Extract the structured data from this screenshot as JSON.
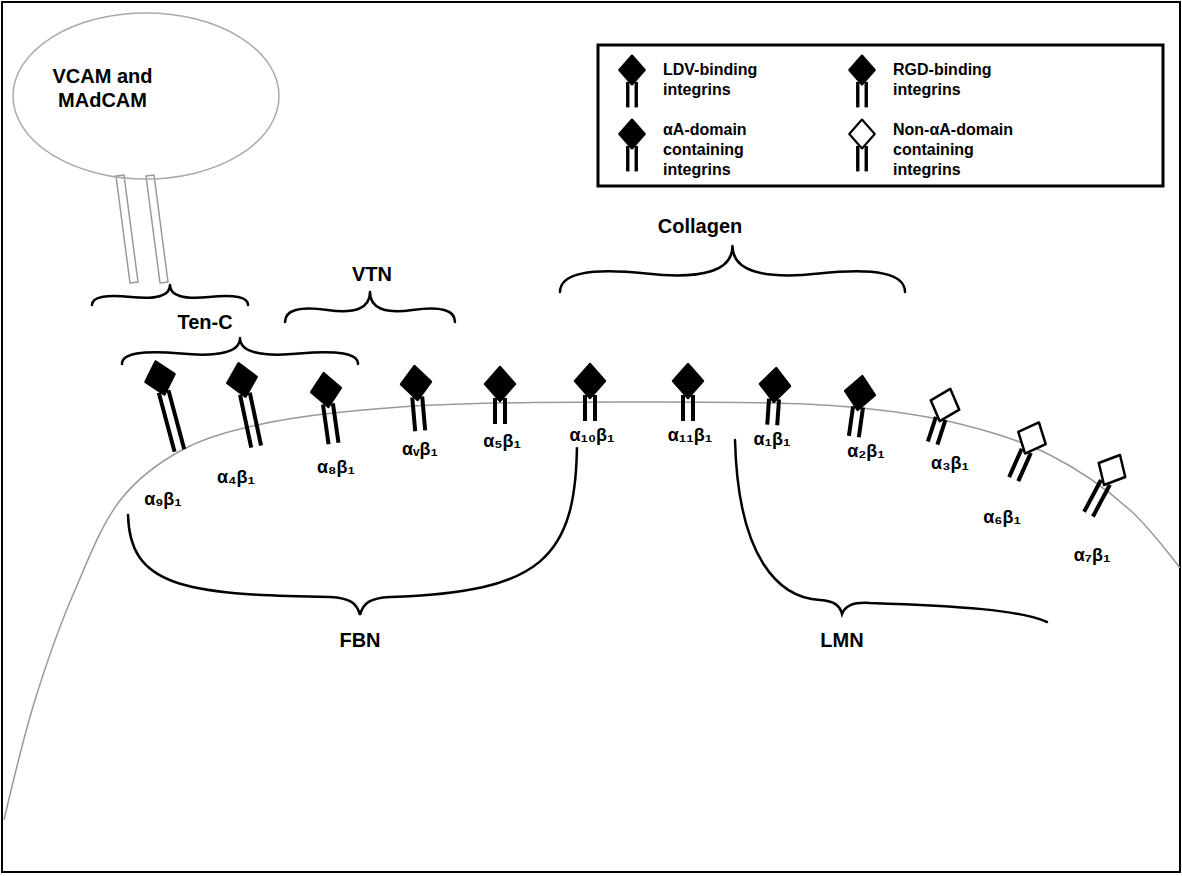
{
  "diagram": {
    "nodes": [
      {
        "text": [
          "VCAM and MAdCAM"
        ]
      }
    ],
    "labels": [
      "Ten-C",
      "VTN",
      "Collagen",
      "FBN",
      "LMN",
      "α₉β₁",
      "α₄β₁",
      "α₈β₁",
      "αᵥβ₁",
      "α₅β₁",
      "α₁₀β₁",
      "α₁₁β₁",
      "α₁β₁",
      "α₂β₁",
      "α₃β₁",
      "α₆β₁",
      "α₇β₁"
    ],
    "legend": [
      {
        "text": "LDV-binding integrins"
      },
      {
        "text": "RGD-binding integrins"
      },
      {
        "text": "αA-domain containing integrins"
      },
      {
        "text": "Non-αA-domain containing integrins"
      }
    ]
  }
}
